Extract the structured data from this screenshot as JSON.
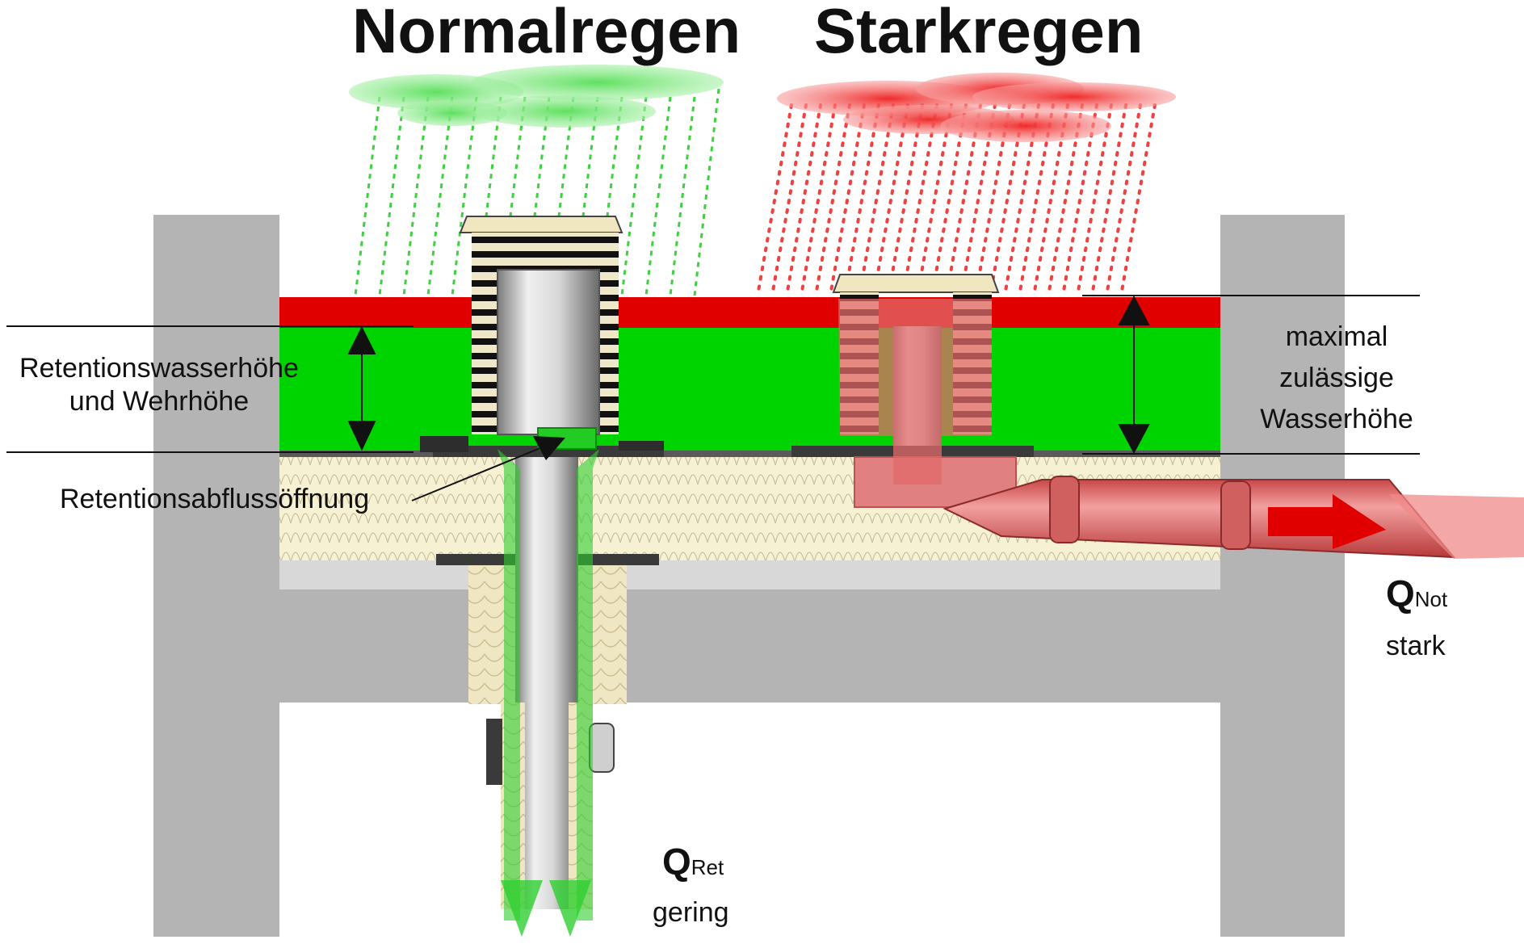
{
  "titles": {
    "normal": "Normalregen",
    "strong": "Starkregen"
  },
  "labels": {
    "retention_height_line1": "Retentionswasserhöhe",
    "retention_height_line2": "und Wehrhöhe",
    "retention_opening": "Retentionsabflussöffnung",
    "max_height_line1": "maximal",
    "max_height_line2": "zulässige",
    "max_height_line3": "Wasserhöhe"
  },
  "flows": {
    "retention": {
      "symbol": "Q",
      "subscript": "Ret",
      "note": "gering"
    },
    "emergency": {
      "symbol": "Q",
      "subscript": "Not",
      "note": "stark"
    }
  },
  "colors": {
    "retention_water": "#00d400",
    "overflow_band": "#e00000",
    "normal_rain": "#3fd03f",
    "strong_rain": "#f04040",
    "concrete": "#b4b4b4",
    "insulation": "#f6f1d2",
    "emergency_flow": "#e06060"
  }
}
